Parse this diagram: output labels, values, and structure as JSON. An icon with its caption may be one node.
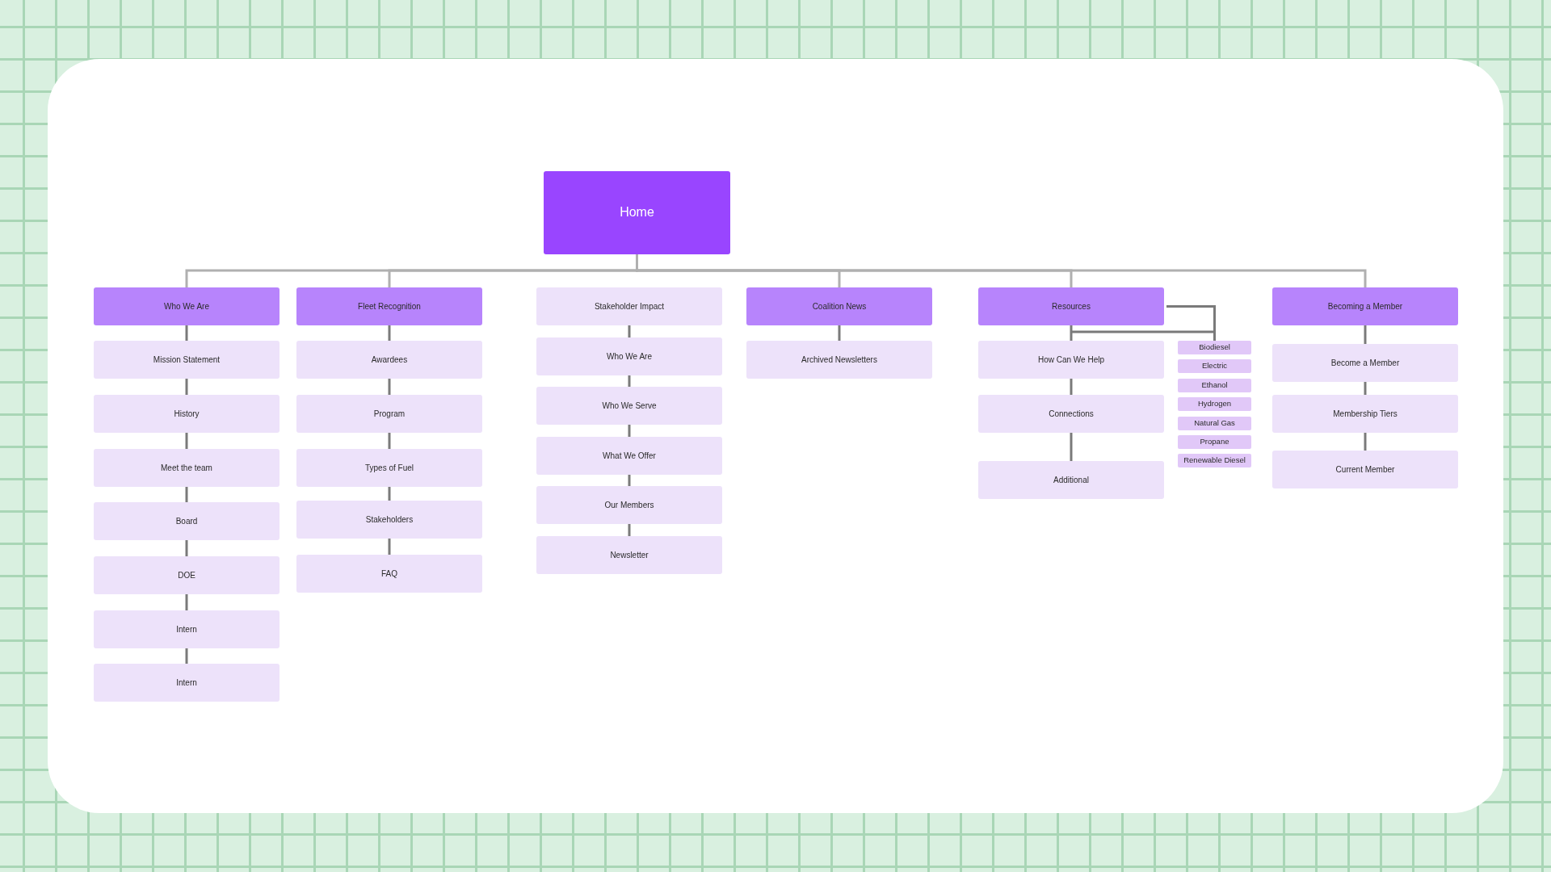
{
  "diagram": {
    "nodes": [
      {
        "text": [
          "Home"
        ]
      },
      {
        "text": [
          "Who We Are"
        ]
      },
      {
        "text": [
          "Fleet Recognition"
        ]
      },
      {
        "text": [
          "Stakeholder Impact"
        ]
      },
      {
        "text": [
          "Coalition News"
        ]
      },
      {
        "text": [
          "Resources"
        ]
      },
      {
        "text": [
          "Becoming a Member"
        ]
      },
      {
        "text": [
          "Mission Statement"
        ]
      },
      {
        "text": [
          "History"
        ]
      },
      {
        "text": [
          "Meet the team"
        ]
      },
      {
        "text": [
          "Board"
        ]
      },
      {
        "text": [
          "DOE"
        ]
      },
      {
        "text": [
          "Intern"
        ]
      },
      {
        "text": [
          "Intern"
        ]
      },
      {
        "text": [
          "Awardees"
        ]
      },
      {
        "text": [
          "Program"
        ]
      },
      {
        "text": [
          "Types of Fuel"
        ]
      },
      {
        "text": [
          "Stakeholders"
        ]
      },
      {
        "text": [
          "FAQ"
        ]
      },
      {
        "text": [
          "Who We Are"
        ]
      },
      {
        "text": [
          "Who We Serve"
        ]
      },
      {
        "text": [
          "What We Offer"
        ]
      },
      {
        "text": [
          "Our Members"
        ]
      },
      {
        "text": [
          "Newsletter"
        ]
      },
      {
        "text": [
          "Archived Newsletters"
        ]
      },
      {
        "text": [
          "How Can We Help"
        ]
      },
      {
        "text": [
          "Connections"
        ]
      },
      {
        "text": [
          "Additional"
        ]
      },
      {
        "text": [
          "Biodiesel"
        ]
      },
      {
        "text": [
          "Electric"
        ]
      },
      {
        "text": [
          "Ethanol"
        ]
      },
      {
        "text": [
          "Hydrogen"
        ]
      },
      {
        "text": [
          "Natural Gas"
        ]
      },
      {
        "text": [
          "Propane"
        ]
      },
      {
        "text": [
          "Renewable Diesel"
        ]
      },
      {
        "text": [
          "Become a Member"
        ]
      },
      {
        "text": [
          "Membership Tiers"
        ]
      },
      {
        "text": [
          "Current Member"
        ]
      }
    ],
    "edges": [
      {
        "from": 0,
        "to": 1,
        "arrow": "none",
        "color": "#b0b0b0"
      },
      {
        "from": 0,
        "to": 2,
        "arrow": "none",
        "color": "#b0b0b0"
      },
      {
        "from": 0,
        "to": 4,
        "arrow": "none",
        "color": "#b0b0b0"
      },
      {
        "from": 0,
        "to": 5,
        "arrow": "none",
        "color": "#b0b0b0"
      },
      {
        "from": 0,
        "to": 6,
        "arrow": "none",
        "color": "#b0b0b0"
      },
      {
        "from": 1,
        "to": 7,
        "arrow": "none"
      },
      {
        "from": 7,
        "to": 8,
        "arrow": "none"
      },
      {
        "from": 8,
        "to": 9,
        "arrow": "none"
      },
      {
        "from": 9,
        "to": 10,
        "arrow": "none"
      },
      {
        "from": 10,
        "to": 11,
        "arrow": "none"
      },
      {
        "from": 11,
        "to": 12,
        "arrow": "none"
      },
      {
        "from": 12,
        "to": 13,
        "arrow": "none"
      },
      {
        "from": 2,
        "to": 14,
        "arrow": "none"
      },
      {
        "from": 14,
        "to": 15,
        "arrow": "none"
      },
      {
        "from": 15,
        "to": 16,
        "arrow": "none"
      },
      {
        "from": 16,
        "to": 17,
        "arrow": "none"
      },
      {
        "from": 17,
        "to": 18,
        "arrow": "none"
      },
      {
        "from": 3,
        "to": 19,
        "arrow": "none"
      },
      {
        "from": 19,
        "to": 20,
        "arrow": "none"
      },
      {
        "from": 20,
        "to": 21,
        "arrow": "none"
      },
      {
        "from": 21,
        "to": 22,
        "arrow": "none"
      },
      {
        "from": 22,
        "to": 23,
        "arrow": "none"
      },
      {
        "from": 4,
        "to": 24,
        "arrow": "none"
      },
      {
        "from": 5,
        "to": 25,
        "arrow": "none"
      },
      {
        "from": 25,
        "to": 26,
        "arrow": "none"
      },
      {
        "from": 26,
        "to": 27,
        "arrow": "none"
      },
      {
        "from": 5,
        "to": 28,
        "arrow": "none"
      },
      {
        "from": 6,
        "to": 35,
        "arrow": "none"
      },
      {
        "from": 35,
        "to": 36,
        "arrow": "none"
      },
      {
        "from": 36,
        "to": 37,
        "arrow": "none"
      }
    ]
  }
}
